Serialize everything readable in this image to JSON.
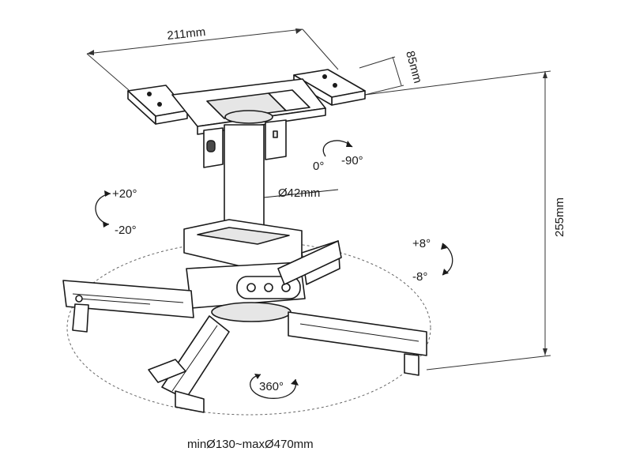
{
  "dimensions": {
    "plate_width": "211mm",
    "plate_depth": "85mm",
    "height": "255mm",
    "pole_diameter": "Ø42mm",
    "arm_span": "minØ130~maxØ470mm"
  },
  "angles": {
    "pan": {
      "from": "0°",
      "to": "-90°"
    },
    "tilt": {
      "up": "+20°",
      "down": "-20°"
    },
    "roll": {
      "up": "+8°",
      "down": "-8°"
    },
    "rotation": "360°"
  }
}
